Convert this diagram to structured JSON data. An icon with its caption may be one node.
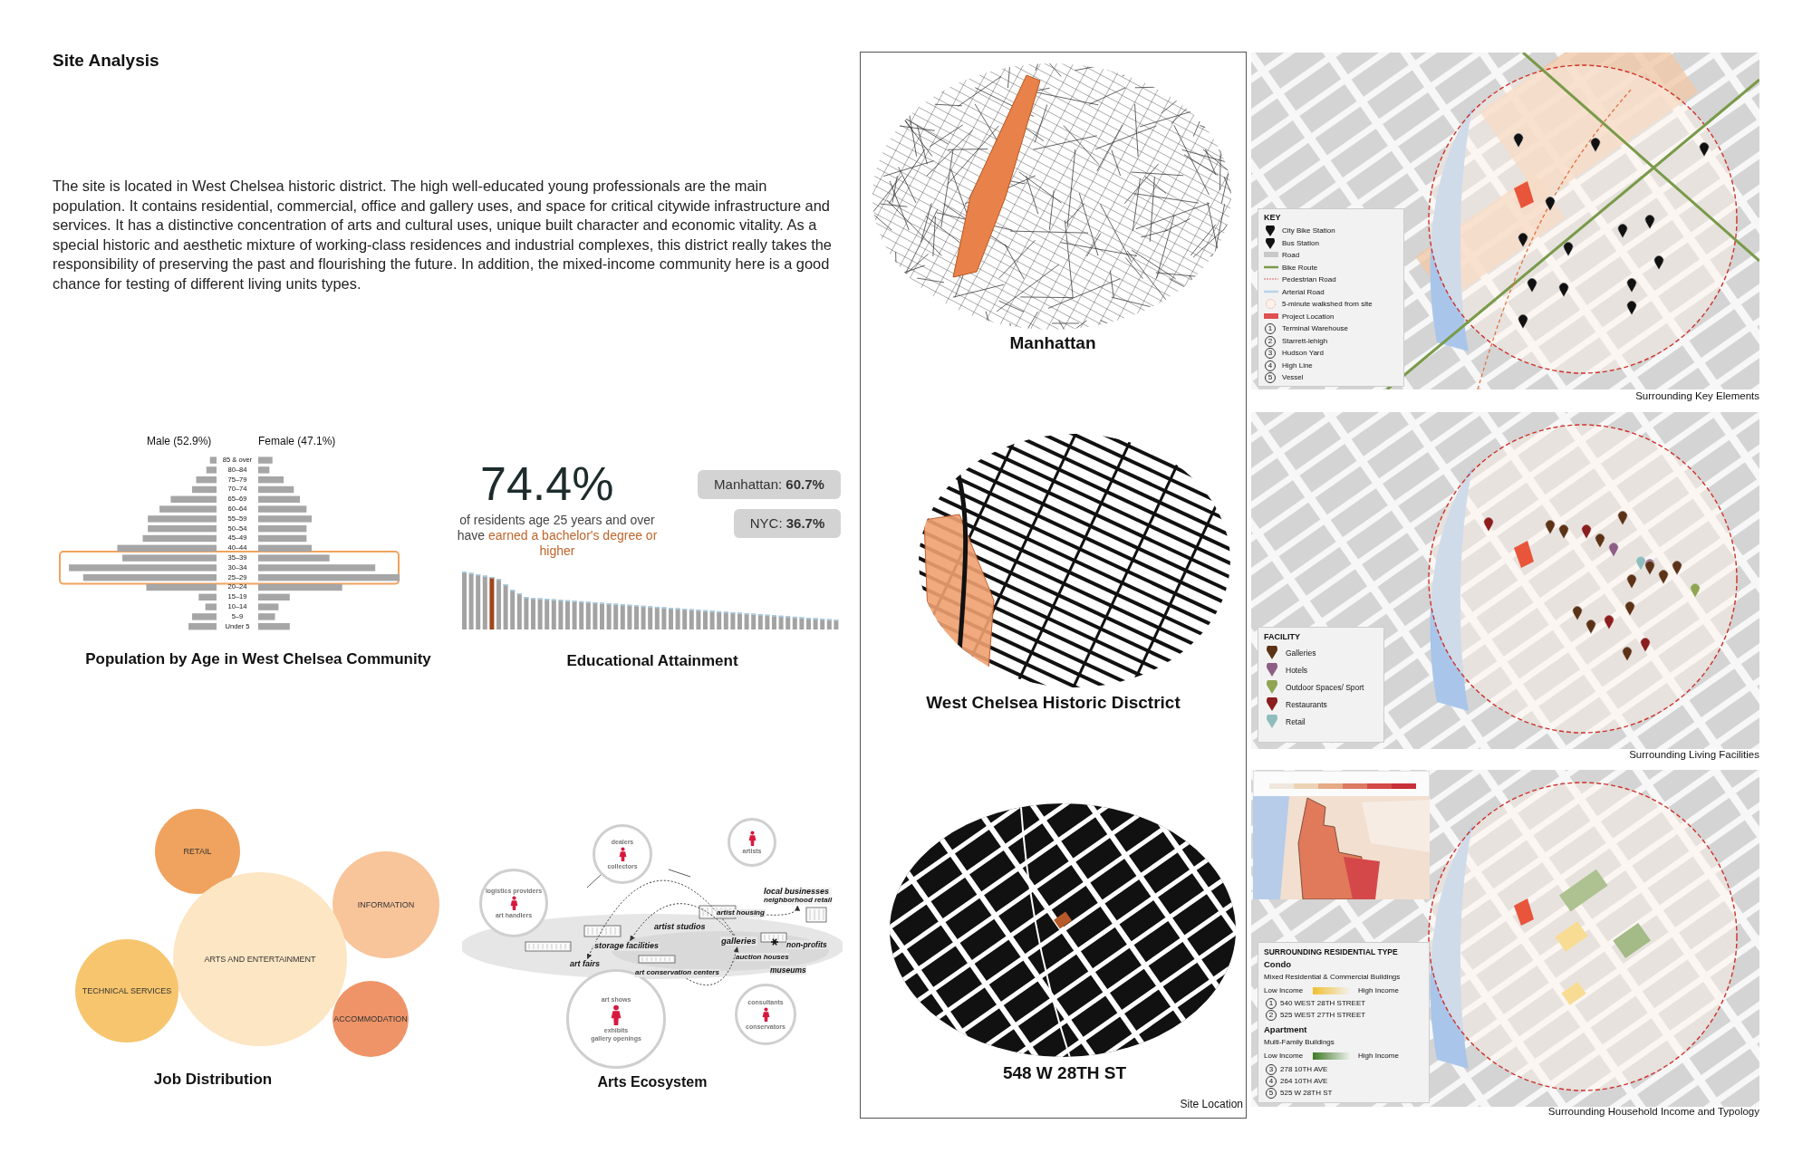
{
  "diagram": {
    "title": "Site Analysis",
    "nodes": [
      {
        "text": [
          "RETAIL"
        ]
      },
      {
        "text": [
          "INFORMATION"
        ]
      },
      {
        "text": [
          "ARTS AND ENTERTAINMENT"
        ]
      },
      {
        "text": [
          "TECHNICAL SERVICES"
        ]
      },
      {
        "text": [
          "ACCOMMODATION"
        ]
      },
      {
        "text": [
          "dealers",
          "collectors"
        ]
      },
      {
        "text": [
          "artists"
        ]
      },
      {
        "text": [
          "logistics providers",
          "art handlers"
        ]
      },
      {
        "text": [
          "local businesses",
          "neighborhood retail"
        ]
      },
      {
        "text": [
          "artist housing"
        ]
      },
      {
        "text": [
          "storage facilities"
        ]
      },
      {
        "text": [
          "galleries"
        ]
      },
      {
        "text": [
          "art fairs"
        ]
      },
      {
        "text": [
          "art conservation centers"
        ]
      },
      {
        "text": [
          "art shows",
          "exhibits",
          "gallery openings"
        ]
      },
      {
        "text": [
          "consultants",
          "conservators"
        ]
      }
    ],
    "edges": [
      {
        "from": 11,
        "to": 12,
        "arrow": "to",
        "style": "dashed"
      },
      {
        "from": 11,
        "to": 10,
        "arrow": "to",
        "style": "dashed"
      },
      {
        "from": 9,
        "to": 8,
        "arrow": "to",
        "style": "dashed"
      },
      {
        "from": 13,
        "to": 11,
        "arrow": "to",
        "style": "dashed"
      }
    ],
    "labels": [
      "The site is located in West Chelsea historic district. The high well-educated young professionals are the main population. It contains residential, commercial, office and gallery uses, and space for critical citywide infrastructure and services. It has a distinctive concentration of arts and cultural uses, unique built character and economic vitality. As a special historic and aesthetic mixture of working-class residences and industrial complexes, this district really takes the responsibility of preserving the past and flourishing the future. In addition, the mixed-income community here is a good chance for testing of different living units types.",
      "Male (52.9%)",
      "Female (47.1%)",
      "85 & over",
      "80–84",
      "75–79",
      "70–74",
      "65–69",
      "60–64",
      "55–59",
      "50–54",
      "45–49",
      "40–44",
      "35–39",
      "30–34",
      "25–29",
      "20–24",
      "15–19",
      "10–14",
      "5–9",
      "Under 5",
      "Population by Age in West Chelsea Community",
      "74.4%",
      "of residents age 25 years and over have",
      "earned a bachelor's degree or higher",
      "Manhattan: **60.7%**",
      "NYC: **36.7%**",
      "Educational Attainment",
      "Job Distribution",
      "artist studios",
      "auction houses",
      "museums",
      "non-profits",
      "Arts Ecosystem",
      "Manhattan",
      "West Chelsea Historic Disctrict",
      "548 W 28TH ST",
      "Site Location",
      "KEY",
      "1",
      "2",
      "3",
      "4",
      "5",
      "Surrounding Key Elements",
      "FACILITY",
      "Surrounding Living Facilities",
      "SURROUNDING RESIDENTIAL TYPE",
      "Condo",
      "Mixed Residential & Commercial Buildings",
      "Low Income",
      "High Income",
      "1",
      "540 WEST 28TH STREET",
      "2",
      "525 WEST 27TH STREET",
      "Apartment",
      "Multi-Family Buildings",
      "Low Income",
      "High Income",
      "3",
      "278 10TH AVE",
      "4",
      "264 10TH AVE",
      "5",
      "525 W 28TH ST",
      "Surrounding Household Income and Typology"
    ],
    "legend": [
      {
        "text": "City Bike Station"
      },
      {
        "text": "Bus Station"
      },
      {
        "text": "Road",
        "color": "#c8c8c8"
      },
      {
        "text": "Bike Route"
      },
      {
        "text": "Pedestrian Road"
      },
      {
        "text": "Arterial Road"
      },
      {
        "text": "5-minute walkshed from site"
      },
      {
        "text": "Project Location",
        "color": "#e05050"
      },
      {
        "text": "Terminal Warehouse"
      },
      {
        "text": "Starrett-lehigh"
      },
      {
        "text": "Hudson Yard"
      },
      {
        "text": "High Line"
      },
      {
        "text": "Vessel"
      },
      {
        "text": "Galleries",
        "color": "#5c3317"
      },
      {
        "text": "Hotels",
        "color": "#8e5f86"
      },
      {
        "text": "Outdoor Spaces/ Sport",
        "color": "#8fa552"
      },
      {
        "text": "Restaurants",
        "color": "#8b1e1e"
      },
      {
        "text": "Retail",
        "color": "#8fbcbc"
      }
    ]
  }
}
